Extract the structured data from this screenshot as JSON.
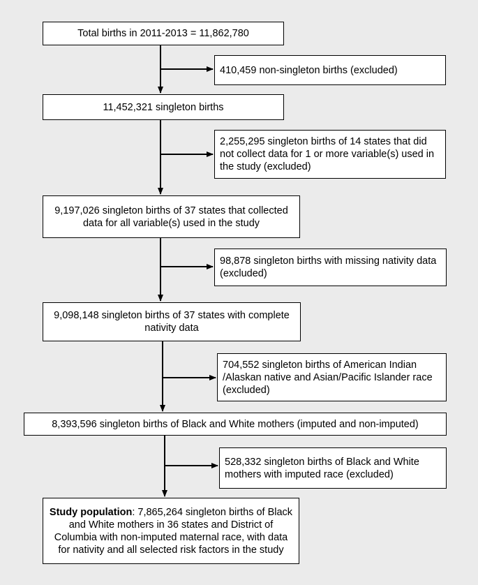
{
  "boxes": {
    "total": "Total births in 2011-2013 = 11,862,780",
    "excl_non_singleton": "410,459 non-singleton births (excluded)",
    "singleton": "11,452,321 singleton births",
    "excl_14_states": "2,255,295 singleton births of 14 states that did not collect data for 1 or more variable(s) used in the study (excluded)",
    "states_37": "9,197,026 singleton births of 37 states that collected data for all variable(s) used in the study",
    "excl_missing_nativity": "98,878 singleton births with missing nativity data (excluded)",
    "complete_nativity": "9,098,148 singleton births of 37 states with complete nativity data",
    "excl_aian_api": "704,552 singleton births of American Indian /Alaskan native and Asian/Pacific Islander race (excluded)",
    "black_white": "8,393,596 singleton births of Black and White mothers (imputed and non-imputed)",
    "excl_imputed": "528,332 singleton births of Black and White mothers with imputed race (excluded)",
    "study_label": "Study population",
    "study_text": ": 7,865,264 singleton births of Black and White mothers in 36 states and District of Columbia with non-imputed maternal race, with data for nativity and all selected risk factors in the study"
  }
}
